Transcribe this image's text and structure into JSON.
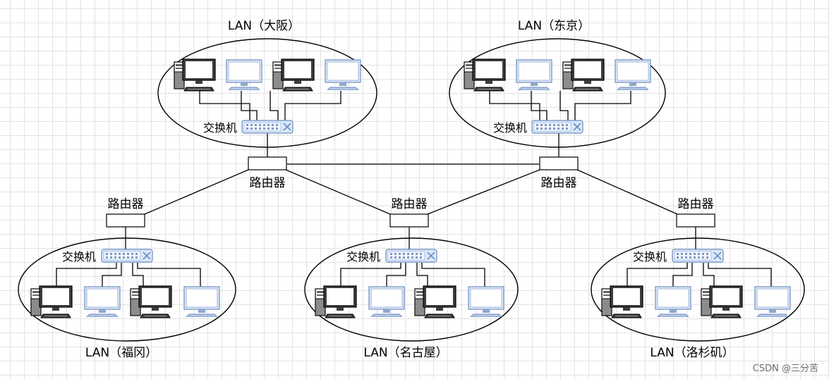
{
  "lans": [
    {
      "label": "LAN（大阪）",
      "switch_label": "交换机"
    },
    {
      "label": "LAN（东京）",
      "switch_label": "交换机"
    },
    {
      "label": "LAN（福冈）",
      "switch_label": "交换机"
    },
    {
      "label": "LAN（名古屋）",
      "switch_label": "交换机"
    },
    {
      "label": "LAN（洛杉矶）",
      "switch_label": "交换机"
    }
  ],
  "routers": [
    {
      "label": "路由器"
    },
    {
      "label": "路由器"
    },
    {
      "label": "路由器"
    },
    {
      "label": "路由器"
    },
    {
      "label": "路由器"
    }
  ],
  "watermark": "CSDN @三分苦",
  "colors": {
    "line": "#000000",
    "monitor_dark_screen": "#ffffff",
    "monitor_blue_frame": "#6c8ebf",
    "monitor_blue_screen": "#e8eef8",
    "switch_fill": "#dae8fc"
  }
}
